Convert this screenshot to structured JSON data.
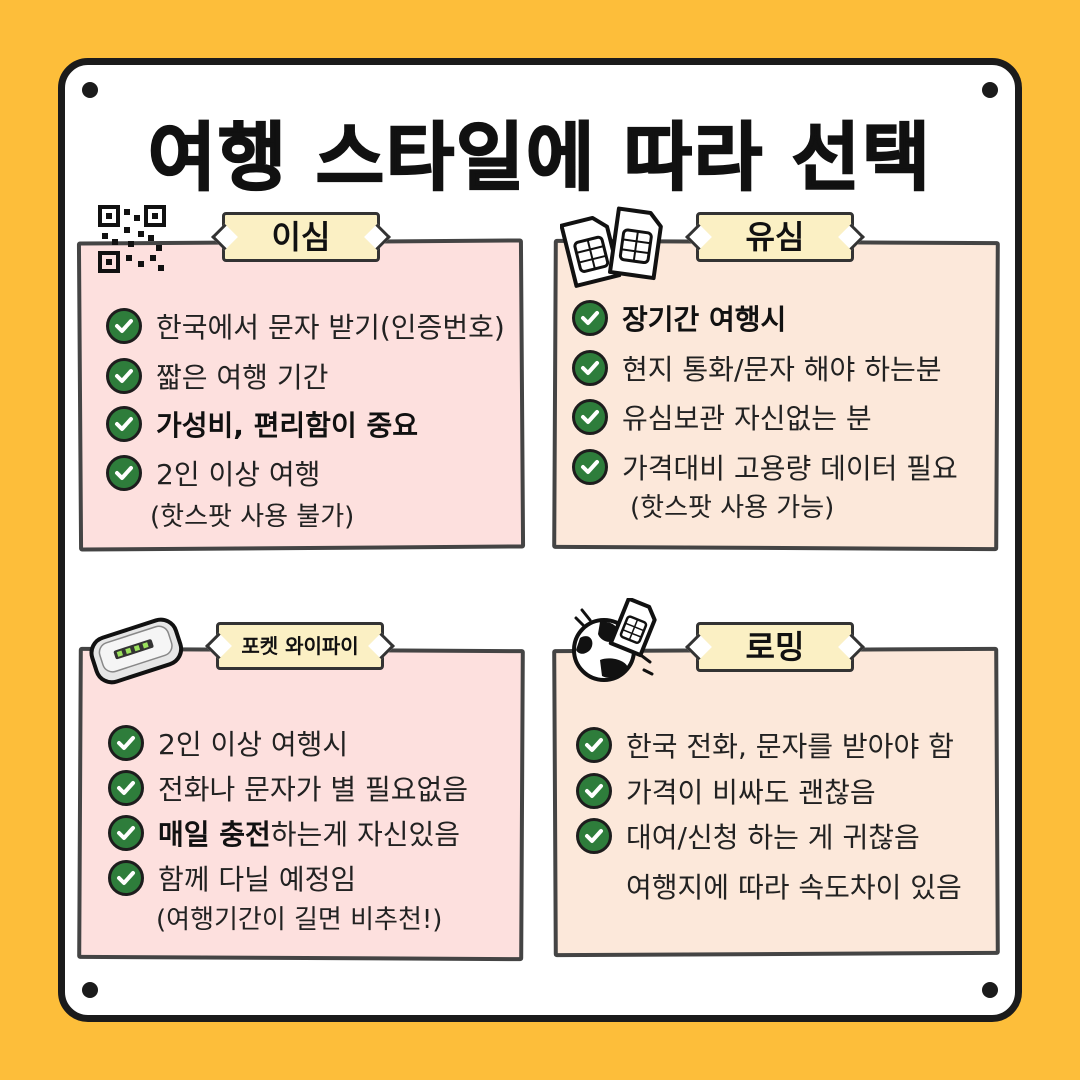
{
  "title": "여행 스타일에 따라 선택",
  "panels": {
    "esim": {
      "tag": "이심",
      "items": [
        {
          "text": "한국에서 문자 받기(인증번호)"
        },
        {
          "text": "짧은 여행 기간"
        },
        {
          "text": "가성비, 편리함이 중요"
        },
        {
          "text": "2인 이상 여행"
        }
      ],
      "note": "(핫스팟 사용 불가)"
    },
    "usim": {
      "tag": "유심",
      "items": [
        {
          "text": "장기간 여행시"
        },
        {
          "text": "현지 통화/문자 해야 하는분"
        },
        {
          "text": "유심보관 자신없는 분"
        },
        {
          "text": "가격대비 고용량 데이터 필요"
        }
      ],
      "note": "(핫스팟 사용 가능)"
    },
    "wifi": {
      "tag": "포켓 와이파이",
      "items": [
        {
          "text": "2인 이상 여행시"
        },
        {
          "text": "전화나 문자가 별 필요없음"
        },
        {
          "bold": "매일 충전",
          "rest": "하는게 자신있음"
        },
        {
          "text": "함께 다닐 예정임"
        }
      ],
      "note": "(여행기간이 길면 비추천!)"
    },
    "roaming": {
      "tag": "로밍",
      "items": [
        {
          "text": "한국 전화, 문자를 받아야 함"
        },
        {
          "text": "가격이 비싸도 괜찮음"
        },
        {
          "text": "대여/신청 하는 게 귀찮음"
        }
      ],
      "note": "여행지에 따라 속도차이 있음"
    }
  }
}
